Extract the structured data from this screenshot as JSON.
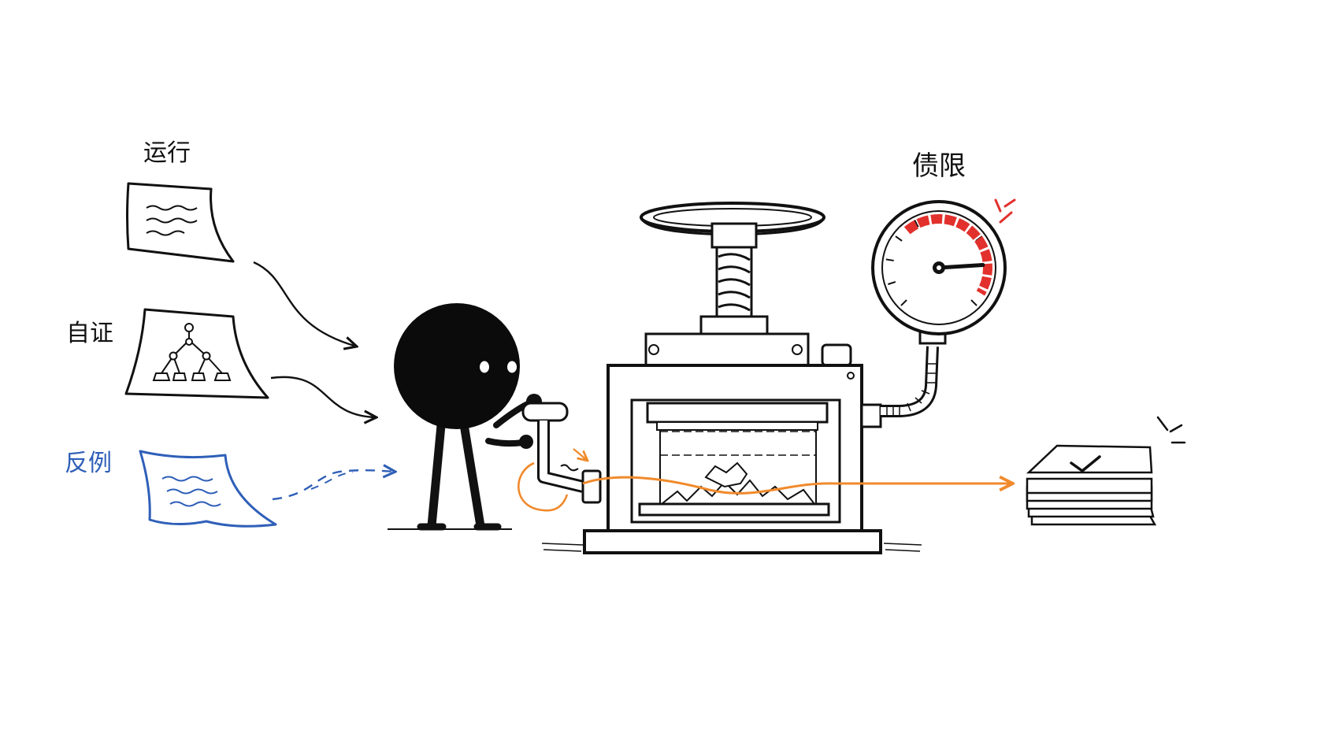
{
  "labels": {
    "run": "运行",
    "self_proof": "自证",
    "counterexample": "反例",
    "debt_limit": "债限"
  },
  "gauge": {
    "needle_level": 0.82
  },
  "colors": {
    "ink": "#111111",
    "counterexample_blue": "#2f5fb8",
    "flow_orange": "#f08a2c",
    "gauge_red": "#e2312d",
    "background": "#ffffff"
  },
  "icons": {
    "input_doc_run": "wavy-text-document-icon",
    "input_doc_proof": "tree-diagram-document-icon",
    "input_doc_counterexample": "blue-wavy-document-icon",
    "operator": "black-round-figure-icon",
    "machine": "screw-press-icon",
    "meter": "pressure-gauge-icon",
    "output": "checked-paper-stack-icon"
  }
}
